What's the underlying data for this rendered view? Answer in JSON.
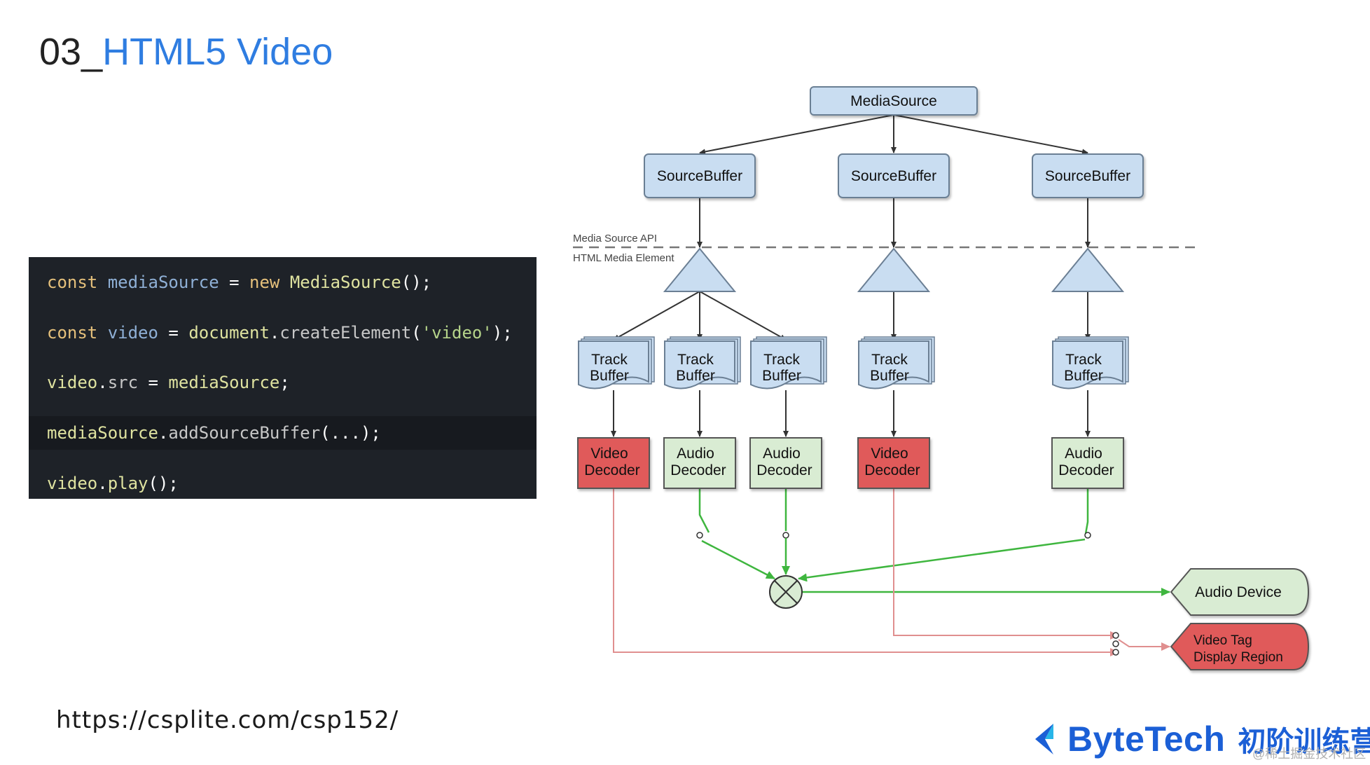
{
  "title": {
    "number": "03_",
    "name": "HTML5 Video"
  },
  "code": {
    "lines": [
      [
        {
          "t": "const ",
          "c": "kw"
        },
        {
          "t": "mediaSource",
          "c": "var"
        },
        {
          "t": " = ",
          "c": "pn"
        },
        {
          "t": "new ",
          "c": "kw"
        },
        {
          "t": "MediaSource",
          "c": "fn"
        },
        {
          "t": "();",
          "c": "pn"
        }
      ],
      [
        {
          "t": "const ",
          "c": "kw"
        },
        {
          "t": "video",
          "c": "var"
        },
        {
          "t": " = ",
          "c": "pn"
        },
        {
          "t": "document",
          "c": "fn"
        },
        {
          "t": ".",
          "c": "pn"
        },
        {
          "t": "createElement",
          "c": "mem"
        },
        {
          "t": "(",
          "c": "pn"
        },
        {
          "t": "'video'",
          "c": "str"
        },
        {
          "t": ");",
          "c": "pn"
        }
      ],
      [
        {
          "t": "video",
          "c": "fn"
        },
        {
          "t": ".",
          "c": "pn"
        },
        {
          "t": "src",
          "c": "mem"
        },
        {
          "t": " = ",
          "c": "pn"
        },
        {
          "t": "mediaSource",
          "c": "fn"
        },
        {
          "t": ";",
          "c": "pn"
        }
      ],
      [
        {
          "t": "mediaSource",
          "c": "fn"
        },
        {
          "t": ".",
          "c": "pn"
        },
        {
          "t": "addSourceBuffer",
          "c": "mem"
        },
        {
          "t": "(...);",
          "c": "pn"
        }
      ],
      [
        {
          "t": "video",
          "c": "fn"
        },
        {
          "t": ".",
          "c": "pn"
        },
        {
          "t": "play",
          "c": "fn"
        },
        {
          "t": "();",
          "c": "pn"
        }
      ]
    ],
    "highlighted_line": 3
  },
  "url": "https://csplite.com/csp152/",
  "brand": {
    "name": "ByteTech",
    "cn": "初阶训练营",
    "watermark": "@稀土掘金技术社区"
  },
  "diagram": {
    "media_source": "MediaSource",
    "source_buffer": "SourceBuffer",
    "api_label_top": "Media Source API",
    "api_label_bottom": "HTML Media Element",
    "track_buffer": [
      "Track",
      "Buffer"
    ],
    "video_decoder": [
      "Video",
      "Decoder"
    ],
    "audio_decoder": [
      "Audio",
      "Decoder"
    ],
    "audio_device": "Audio Device",
    "video_tag": [
      "Video Tag",
      "Display Region"
    ],
    "colors": {
      "blue_fill": "#c9ddf1",
      "blue_stroke": "#6b7f94",
      "red_fill": "#e05a5a",
      "green_fill": "#d9ecd3",
      "green_line": "#3fb63f",
      "red_line": "#e08f8f",
      "dark_line": "#333333"
    }
  }
}
